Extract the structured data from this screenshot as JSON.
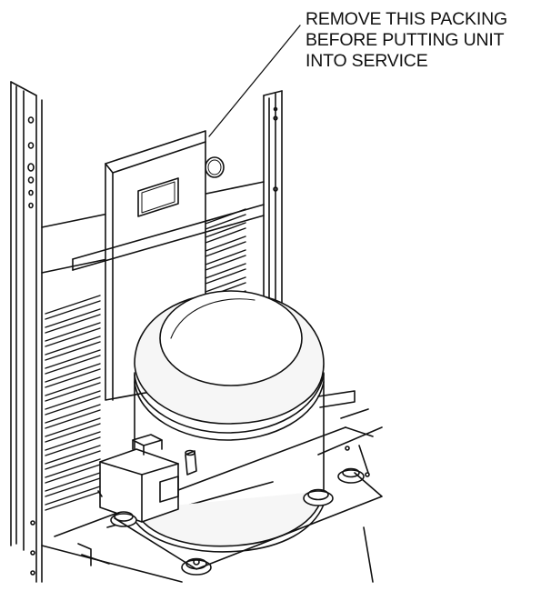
{
  "callout": {
    "lines": [
      "REMOVE THIS PACKING",
      "BEFORE PUTTING UNIT",
      "INTO SERVICE"
    ]
  },
  "colors": {
    "stroke": "#111111",
    "background": "#ffffff",
    "compressor_fill": "#f6f6f6",
    "packing_fill": "#ffffff"
  }
}
